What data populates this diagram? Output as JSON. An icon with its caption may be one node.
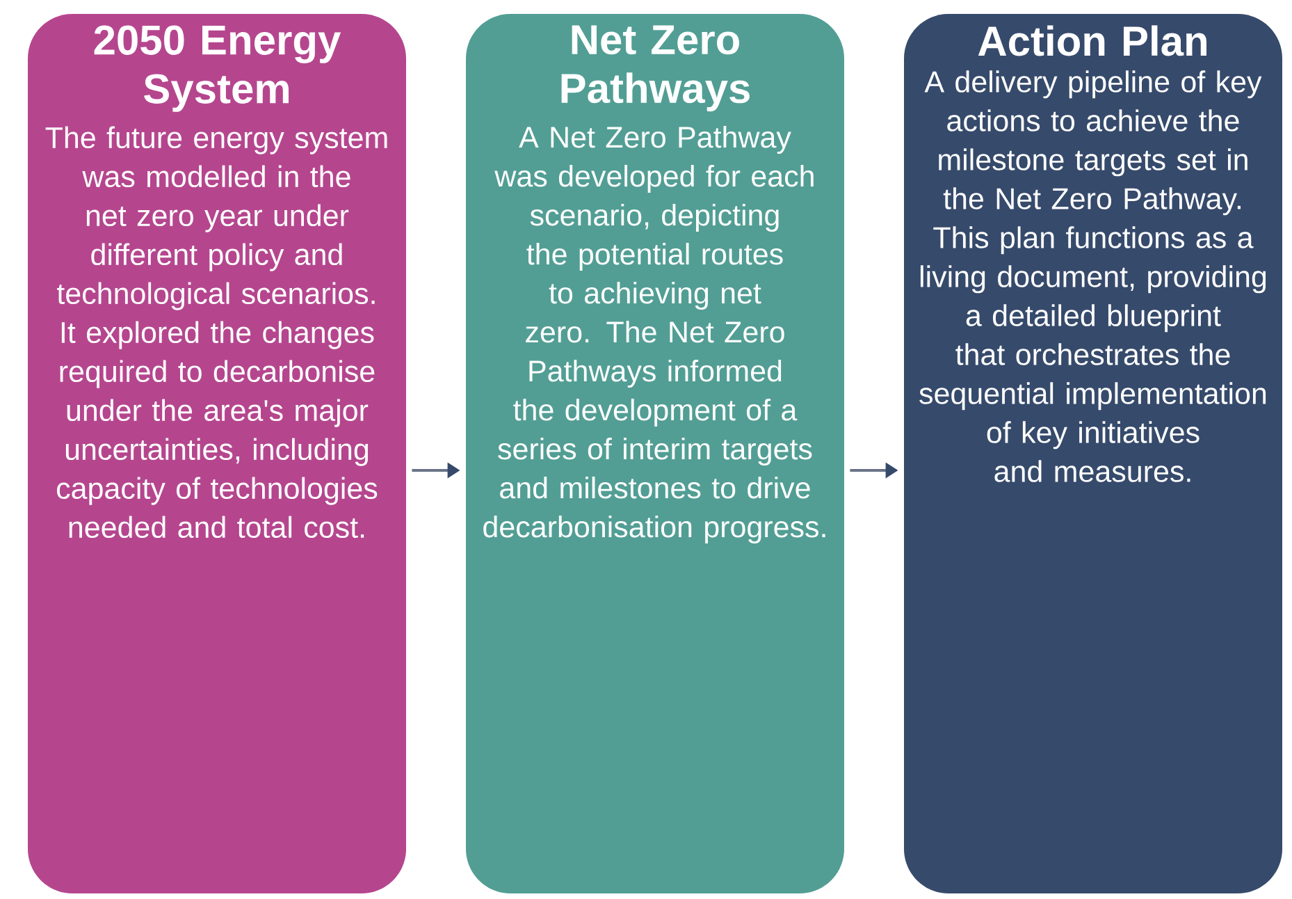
{
  "diagram": {
    "nodes": [
      {
        "text": [
          "2050 Energy System",
          "The future energy system was modelled in the net zero year under different policy and technological scenarios. It explored the changes required to decarbonise under the area's major uncertainties, including capacity of technologies needed and total cost."
        ]
      },
      {
        "text": [
          "Net Zero Pathways",
          "A Net Zero Pathway was developed for each scenario, depicting the potential routes to achieving net zero. The Net Zero Pathways informed the development of a series of interim targets and milestones to drive decarbonisation progress."
        ]
      },
      {
        "text": [
          "Action Plan",
          "A delivery pipeline of key actions to achieve the milestone targets set in the Net Zero Pathway. This plan functions as a living document, providing a detailed blueprint that orchestrates the sequential implementation of key initiatives and measures."
        ]
      }
    ],
    "edges": [
      {
        "from": 0,
        "to": 1,
        "arrow": "to"
      },
      {
        "from": 1,
        "to": 2,
        "arrow": "to"
      }
    ]
  }
}
